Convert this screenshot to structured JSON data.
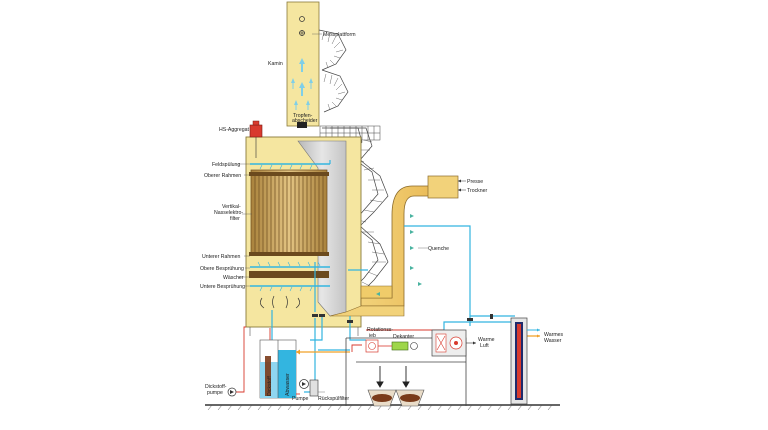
{
  "labels": {
    "messplattform": "Messplattform",
    "kamin": "Kamin",
    "tropfenabscheider_1": "Tropfen-",
    "tropfenabscheider_2": "abscheider",
    "hs_aggregat": "HS-Aggregat",
    "feldspuelung": "Feldspülung",
    "oberer_rahmen": "Oberer Rahmen",
    "vertikal_1": "Vertikal-",
    "vertikal_2": "Nasselektro-",
    "vertikal_3": "filter",
    "unterer_rahmen": "Unterer Rahmen",
    "obere_bespruehung": "Obere Besprühung",
    "waescher": "Wäscher",
    "untere_bespruehung": "Untere Besprühung",
    "presse": "Presse",
    "trockner": "Trockner",
    "quenche": "Quenche",
    "rotationssieb_1": "Rotationss-",
    "rotationssieb_2": "ieb",
    "dekanter": "Dekanter",
    "warme_luft_1": "Warme",
    "warme_luft_2": "Luft",
    "warmes_wasser_1": "Warmes",
    "warmes_wasser_2": "Wasser",
    "dickstoffpumpe_1": "Dickstoff-",
    "dickstoffpumpe_2": "pumpe",
    "dickstoff": "Dickstoff",
    "abwasser": "Abwasser",
    "pumpe": "Pumpe",
    "rueckspuelfilter": "Rückspülfilter"
  },
  "colors": {
    "tower": "#f5e6a0",
    "tower_stroke": "#8a7a3a",
    "filter_tube": "#c9a55c",
    "filter_dark": "#6b4a1e",
    "water": "#33b5e0",
    "water_light": "#8fd6f0",
    "hot_red": "#d83a2e",
    "orange": "#f0a028",
    "grey_panel": "#d0d0d0",
    "steel": "#444444",
    "sludge": "#7a3b1a"
  },
  "icons": [
    "pump-icon",
    "valve-icon",
    "fan-icon",
    "heat-exchanger-icon"
  ]
}
